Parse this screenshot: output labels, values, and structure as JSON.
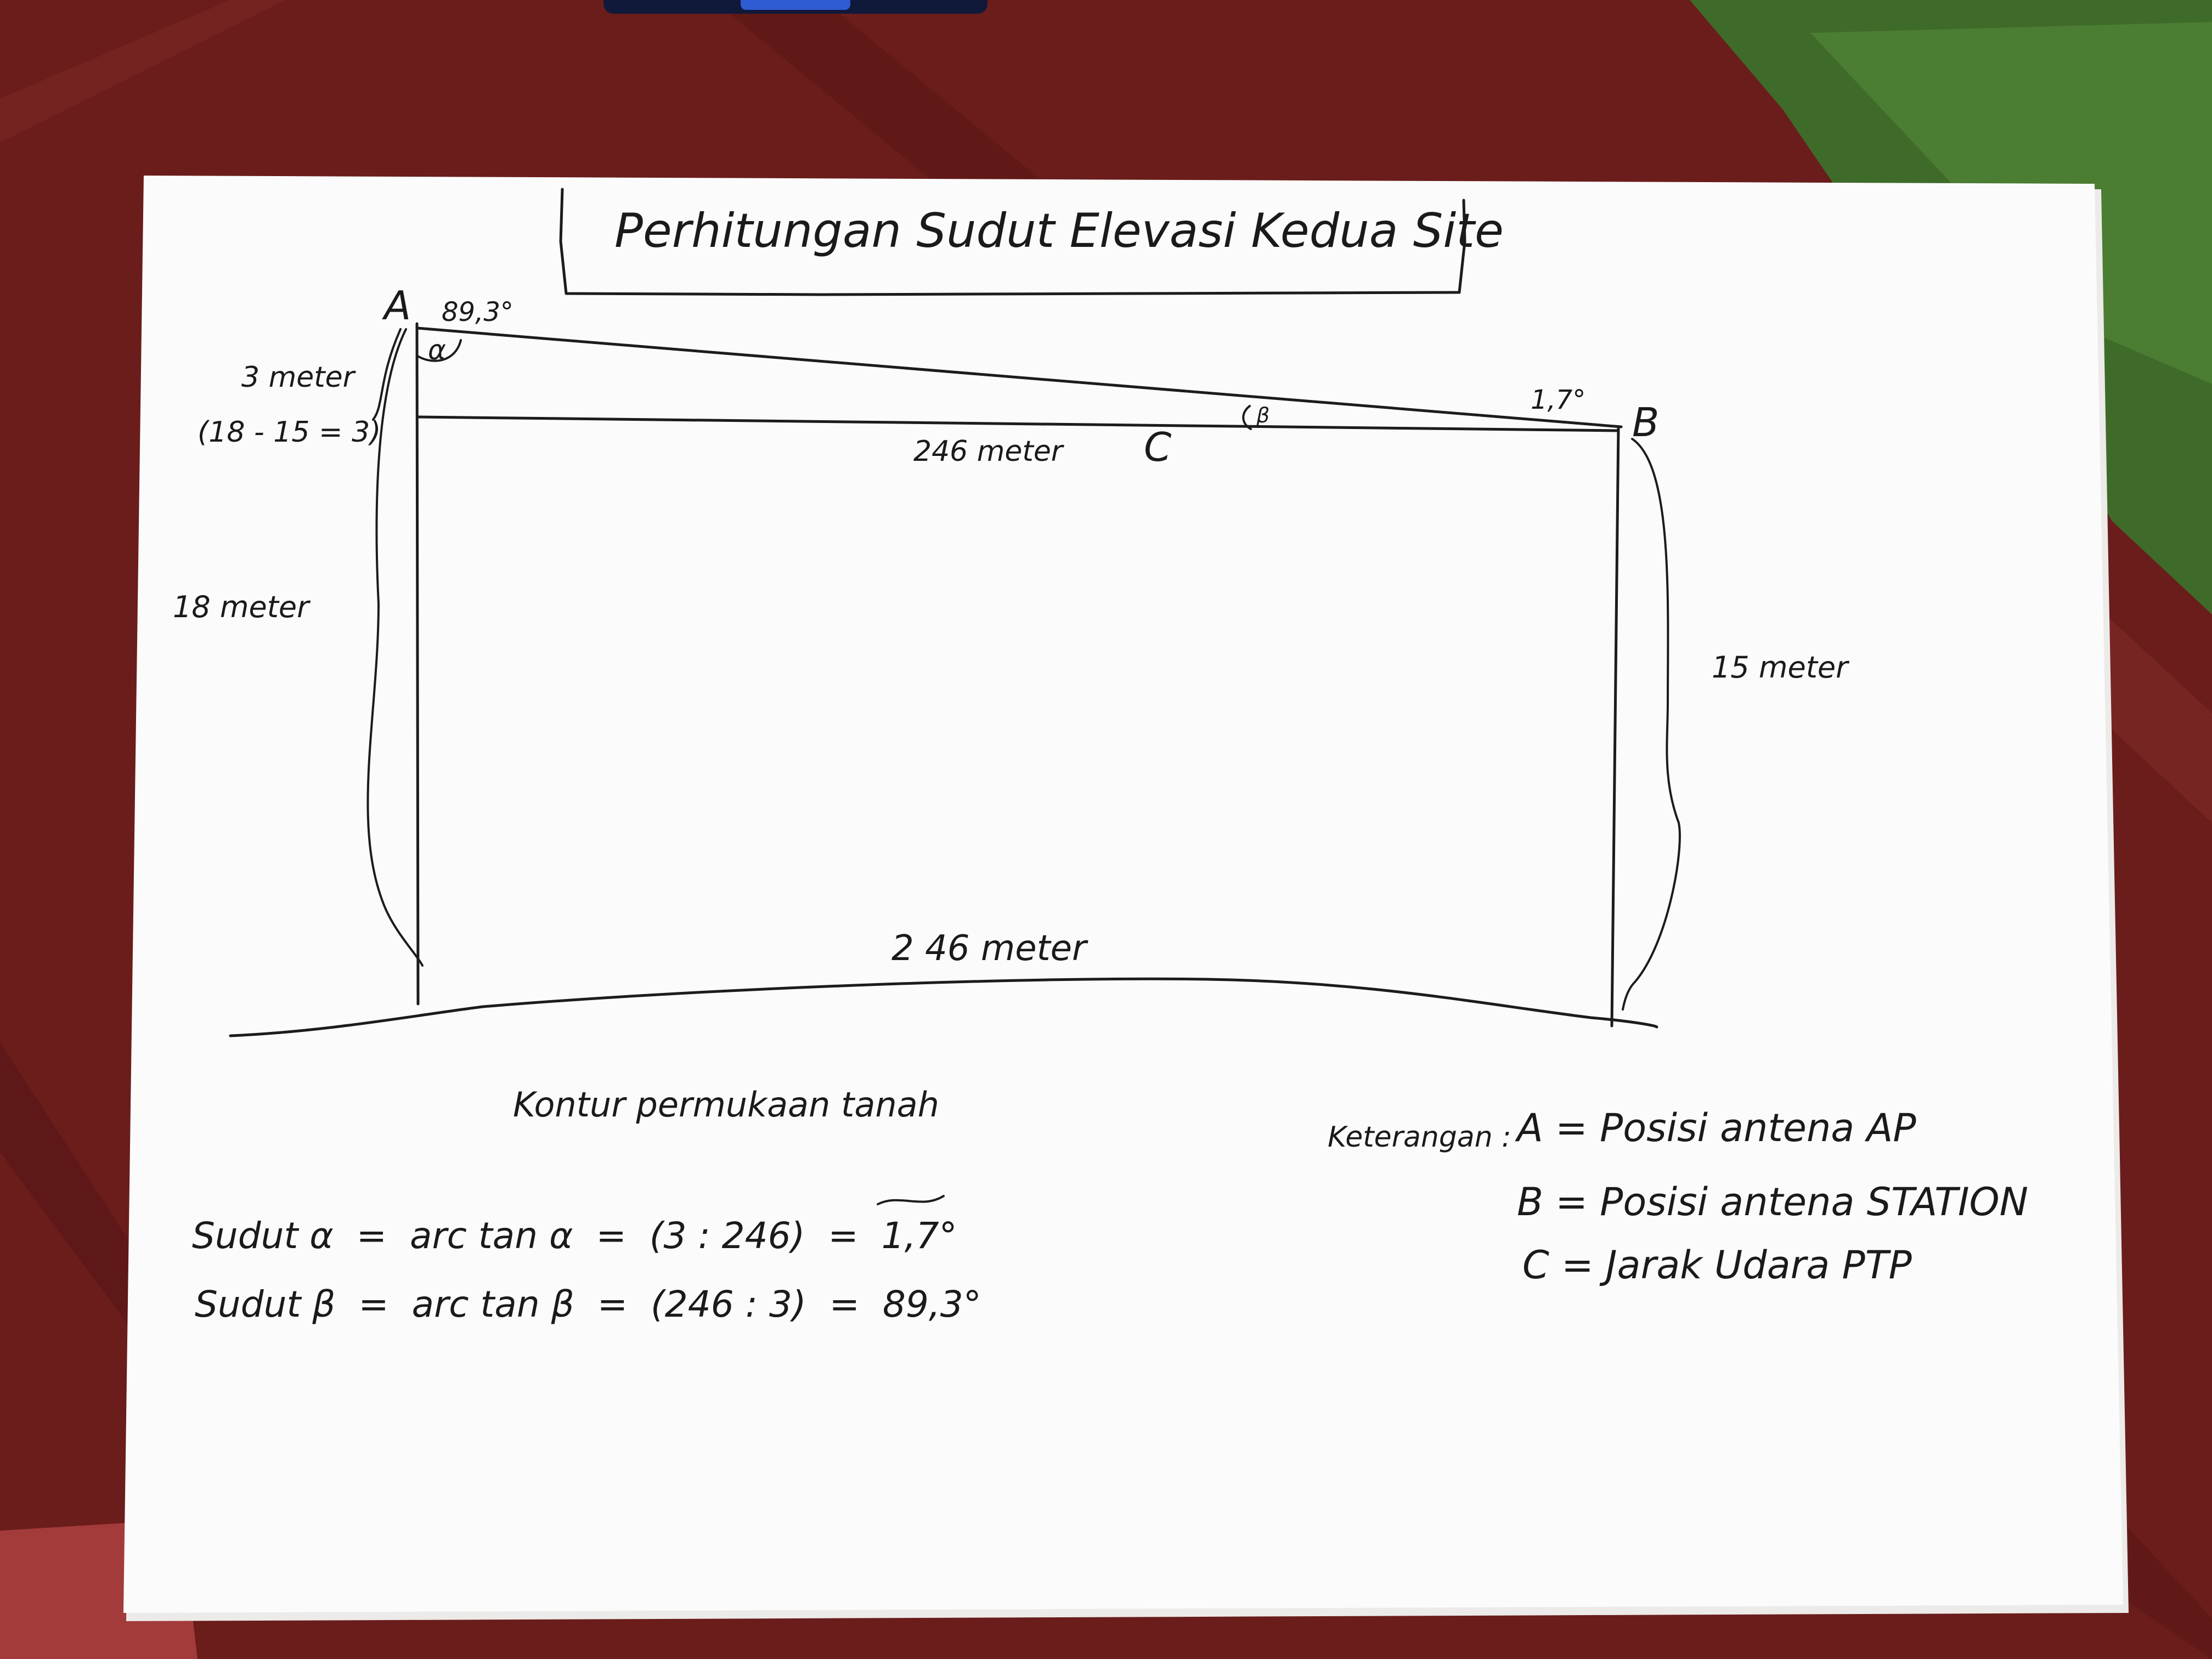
{
  "title": "Perhitungan Sudut Elevasi Kedua Site",
  "points": {
    "a": "A",
    "b": "B",
    "c": "C"
  },
  "angles": {
    "alpha_symbol": "α",
    "beta_symbol": "β",
    "alpha_value": "89,3°",
    "beta_value": "1,7°"
  },
  "dimensions": {
    "a_offset": "3 meter",
    "a_offset_calc": "(18 - 15 = 3)",
    "a_height": "18 meter",
    "b_height": "15 meter",
    "air_distance": "246 meter",
    "ground_distance": "2 46 meter"
  },
  "ground_label": "Kontur permukaan tanah",
  "formulas": {
    "alpha": "Sudut α  =  arc tan α  =  (3 : 246)  =  1,7°",
    "beta": "Sudut β  =  arc tan β  =  (246 : 3)  =  89,3°"
  },
  "legend": {
    "heading": "Keterangan :",
    "items": [
      "A = Posisi antena AP",
      "B = Posisi antena STATION",
      "C = Jarak Udara PTP"
    ]
  },
  "colors": {
    "paper": "#fbfbfb",
    "ink": "#1c1c1c",
    "tile": "#6e1f1c",
    "grass": "#3f6b2a"
  }
}
